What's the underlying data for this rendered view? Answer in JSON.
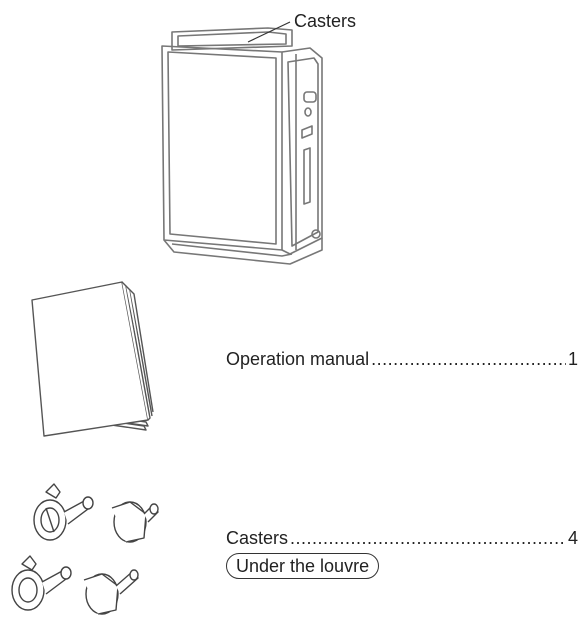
{
  "unit_callout": {
    "label": "Casters"
  },
  "items": [
    {
      "name": "Operation manual",
      "quantity": "1"
    },
    {
      "name": "Casters",
      "quantity": "4",
      "location_note": "Under the louvre"
    }
  ]
}
